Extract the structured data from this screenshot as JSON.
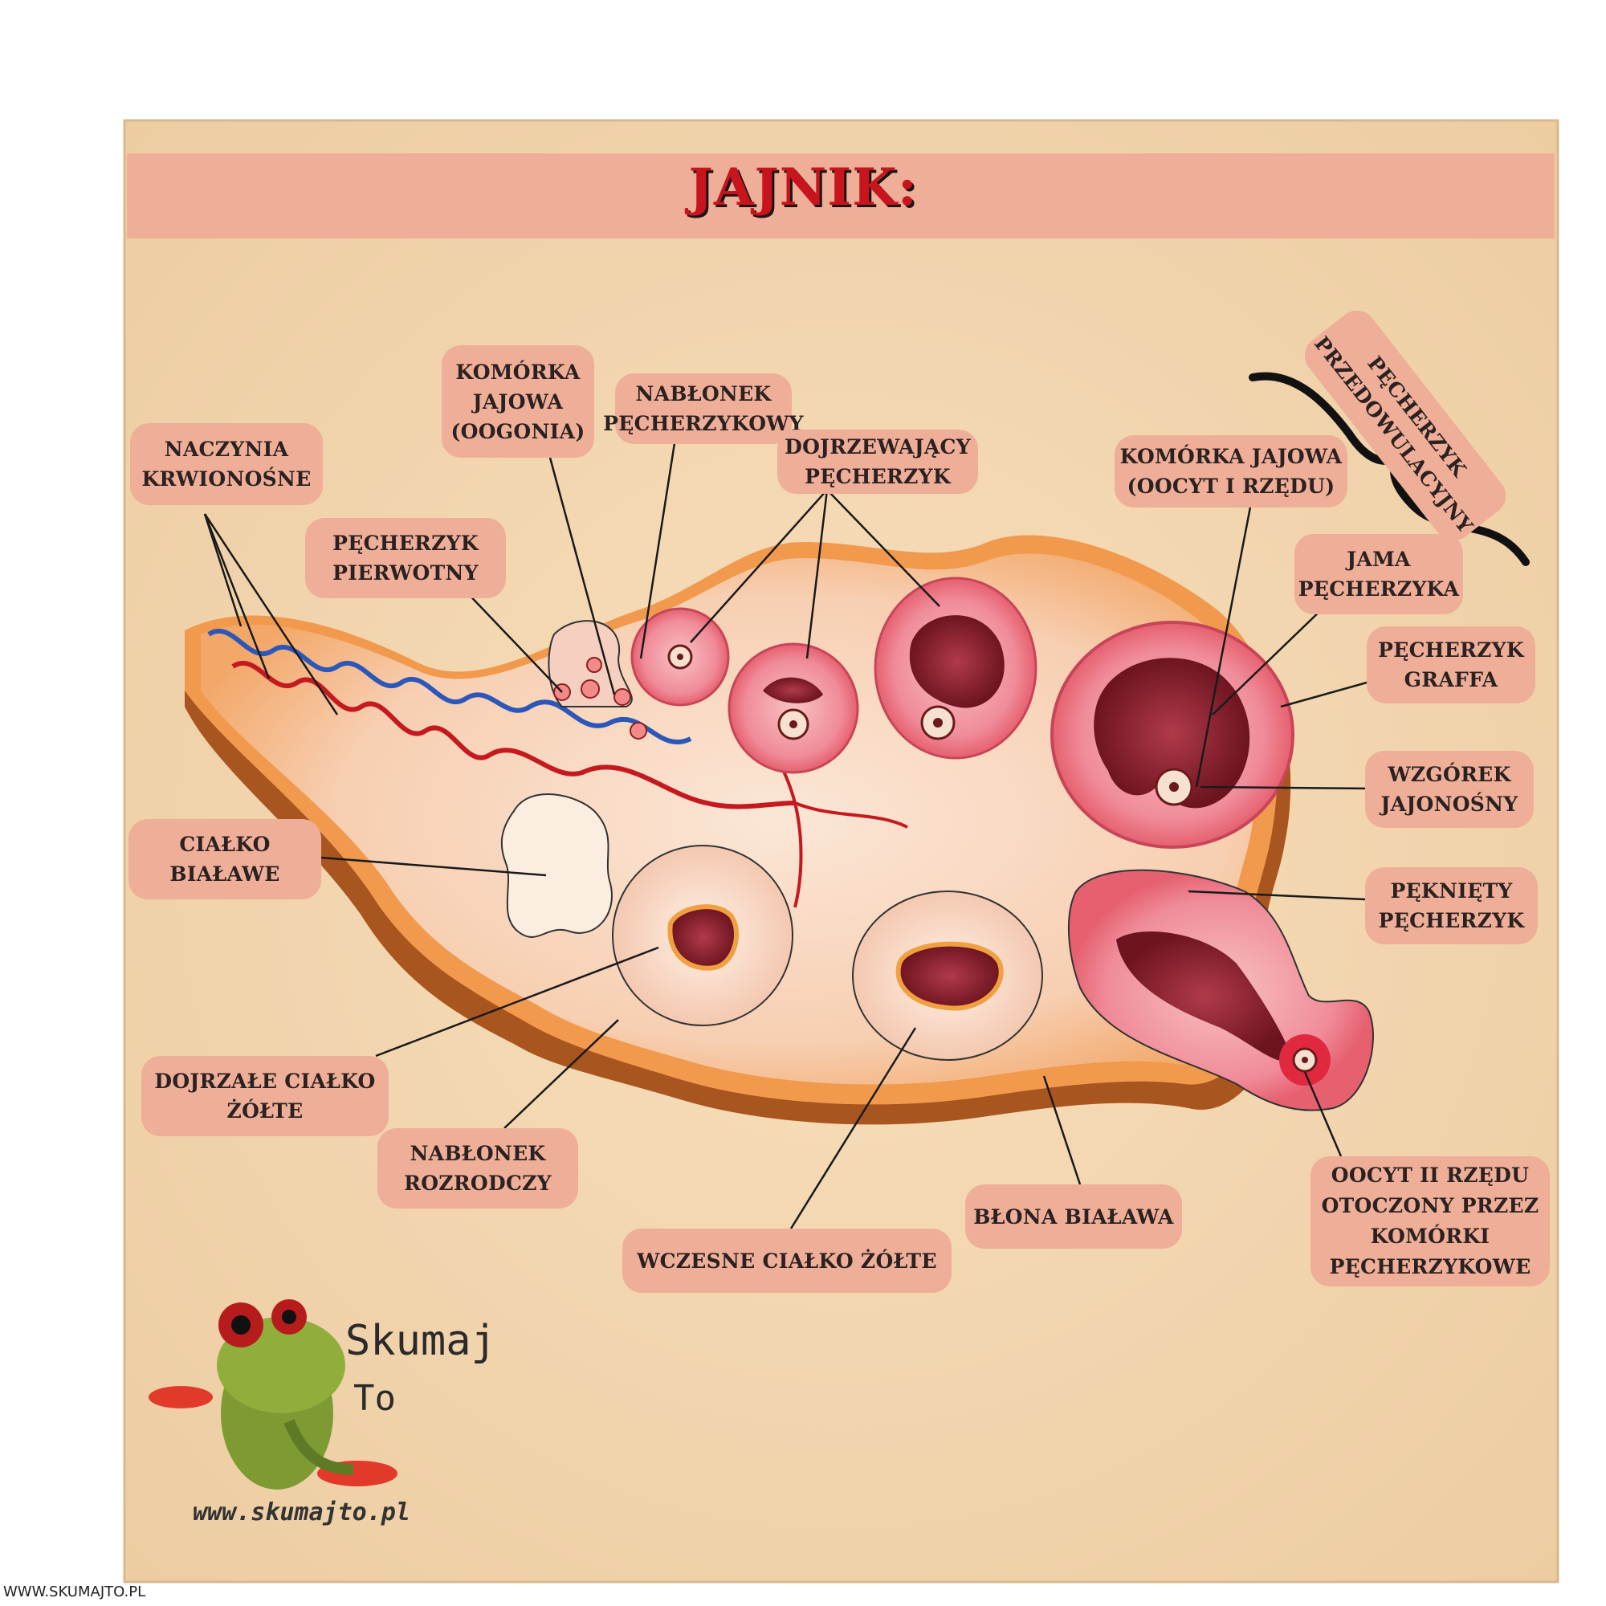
{
  "title": "JAJNIK:",
  "labels": {
    "naczynia": [
      "NACZYNIA",
      "KRWIONOŚNE"
    ],
    "komorka_jajowa_oogonia": [
      "KOMÓRKA",
      "JAJOWA",
      "(OOGONIA)"
    ],
    "nablonek_pecherzykowy": [
      "NABŁONEK",
      "PĘCHERZYKOWY"
    ],
    "dojrzewajacy": [
      "DOJRZEWAJĄCY",
      "PĘCHERZYK"
    ],
    "pecherzyk_pierwotny": [
      "PĘCHERZYK",
      "PIERWOTNY"
    ],
    "komorka_jajowa_oocyt": [
      "KOMÓRKA JAJOWA",
      "(OOCYT I RZĘDU)"
    ],
    "przedowulacyjny": [
      "PĘCHERZYK",
      "PRZEDOWULACYJNY"
    ],
    "jama": [
      "JAMA",
      "PĘCHERZYKA"
    ],
    "graffa": [
      "PĘCHERZYK",
      "GRAFFA"
    ],
    "wzgorek": [
      "WZGÓREK",
      "JAJONOŚNY"
    ],
    "ciałko_bialawe": [
      "CIAŁKO",
      "BIAŁAWE"
    ],
    "pekniety": [
      "PĘKNIĘTY",
      "PĘCHERZYK"
    ],
    "dojrzale": [
      "DOJRZAŁE CIAŁKO",
      "ŻÓŁTE"
    ],
    "nablonek_rozrodczy": [
      "NABŁONEK",
      "ROZRODCZY"
    ],
    "blona": [
      "BŁONA BIAŁAWA"
    ],
    "wczesne": [
      "WCZESNE CIAŁKO ŻÓŁTE"
    ],
    "oocyt_ii": [
      "OOCYT II RZĘDU",
      "OTOCZONY PRZEZ",
      "KOMÓRKI",
      "PĘCHERZYKOWE"
    ]
  },
  "brand": {
    "line1": "Skumaj",
    "line2": "To",
    "site": "www.skumajto.pl"
  },
  "watermark": "WWW.SKUMAJTO.PL",
  "colors": {
    "board": "#f3d7b0",
    "label": "#eeae98",
    "title": "#c8141d"
  }
}
